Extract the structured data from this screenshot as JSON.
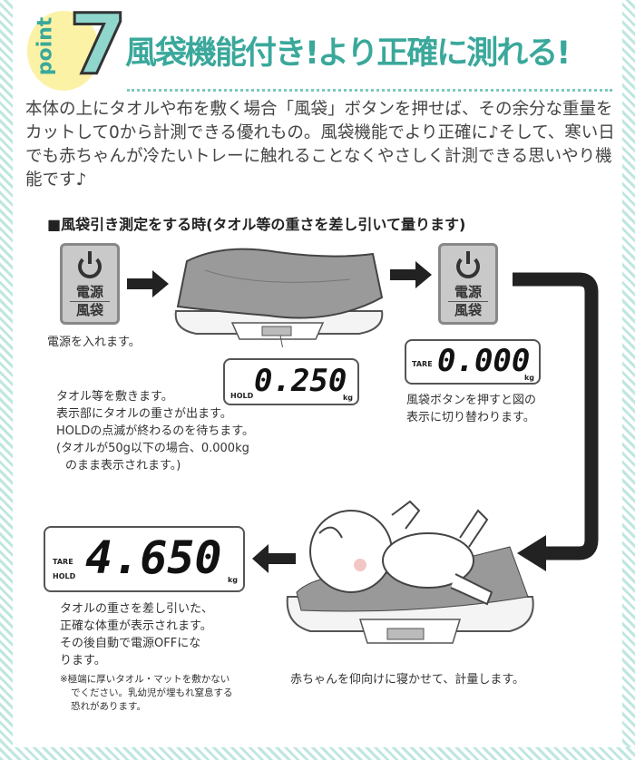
{
  "header": {
    "point_word": "point",
    "point_number": "7",
    "title": "風袋機能付き!より正確に測れる!"
  },
  "intro": "本体の上にタオルや布を敷く場合「風袋」ボタンを押せば、その余分な重量をカットして0から計測できる優れもの。風袋機能でより正確に♪そして、寒い日でも赤ちゃんが冷たいトレーに触れることなくやさしく計測できる思いやり機能です♪",
  "subheading": "■風袋引き測定をする時(タオル等の重さを差し引いて量ります)",
  "power_button": {
    "line1": "電源",
    "line2": "風袋"
  },
  "steps": {
    "step1": "電源を入れます。",
    "step2": [
      "タオル等を敷きます。",
      "表示部にタオルの重さが出ます。",
      "HOLDの点滅が終わるのを待ちます。",
      "(タオルが50g以下の場合、0.000kg",
      "のまま表示されます。)"
    ],
    "step3": [
      "風袋ボタンを押すと図の",
      "表示に切り替わります。"
    ],
    "step4": "赤ちゃんを仰向けに寝かせて、計量します。",
    "step5": [
      "タオルの重さを差し引いた、",
      "正確な体重が表示されます。",
      "その後自動で電源OFFにな",
      "ります。"
    ],
    "warning": [
      "※極端に厚いタオル・マットを敷かない",
      "でください。乳幼児が埋もれ窒息する",
      "恐れがあります。"
    ]
  },
  "displays": {
    "d1": {
      "indicator": "HOLD",
      "value": "0.250",
      "unit": "kg"
    },
    "d2": {
      "indicator": "TARE",
      "value": "0.000",
      "unit": "kg"
    },
    "d3": {
      "indicator1": "TARE",
      "indicator2": "HOLD",
      "value": "4.650",
      "unit": "kg"
    }
  },
  "colors": {
    "accent": "#3aa89b",
    "stripe": "#bfe6e0",
    "point_circle": "#fbf2a6"
  }
}
